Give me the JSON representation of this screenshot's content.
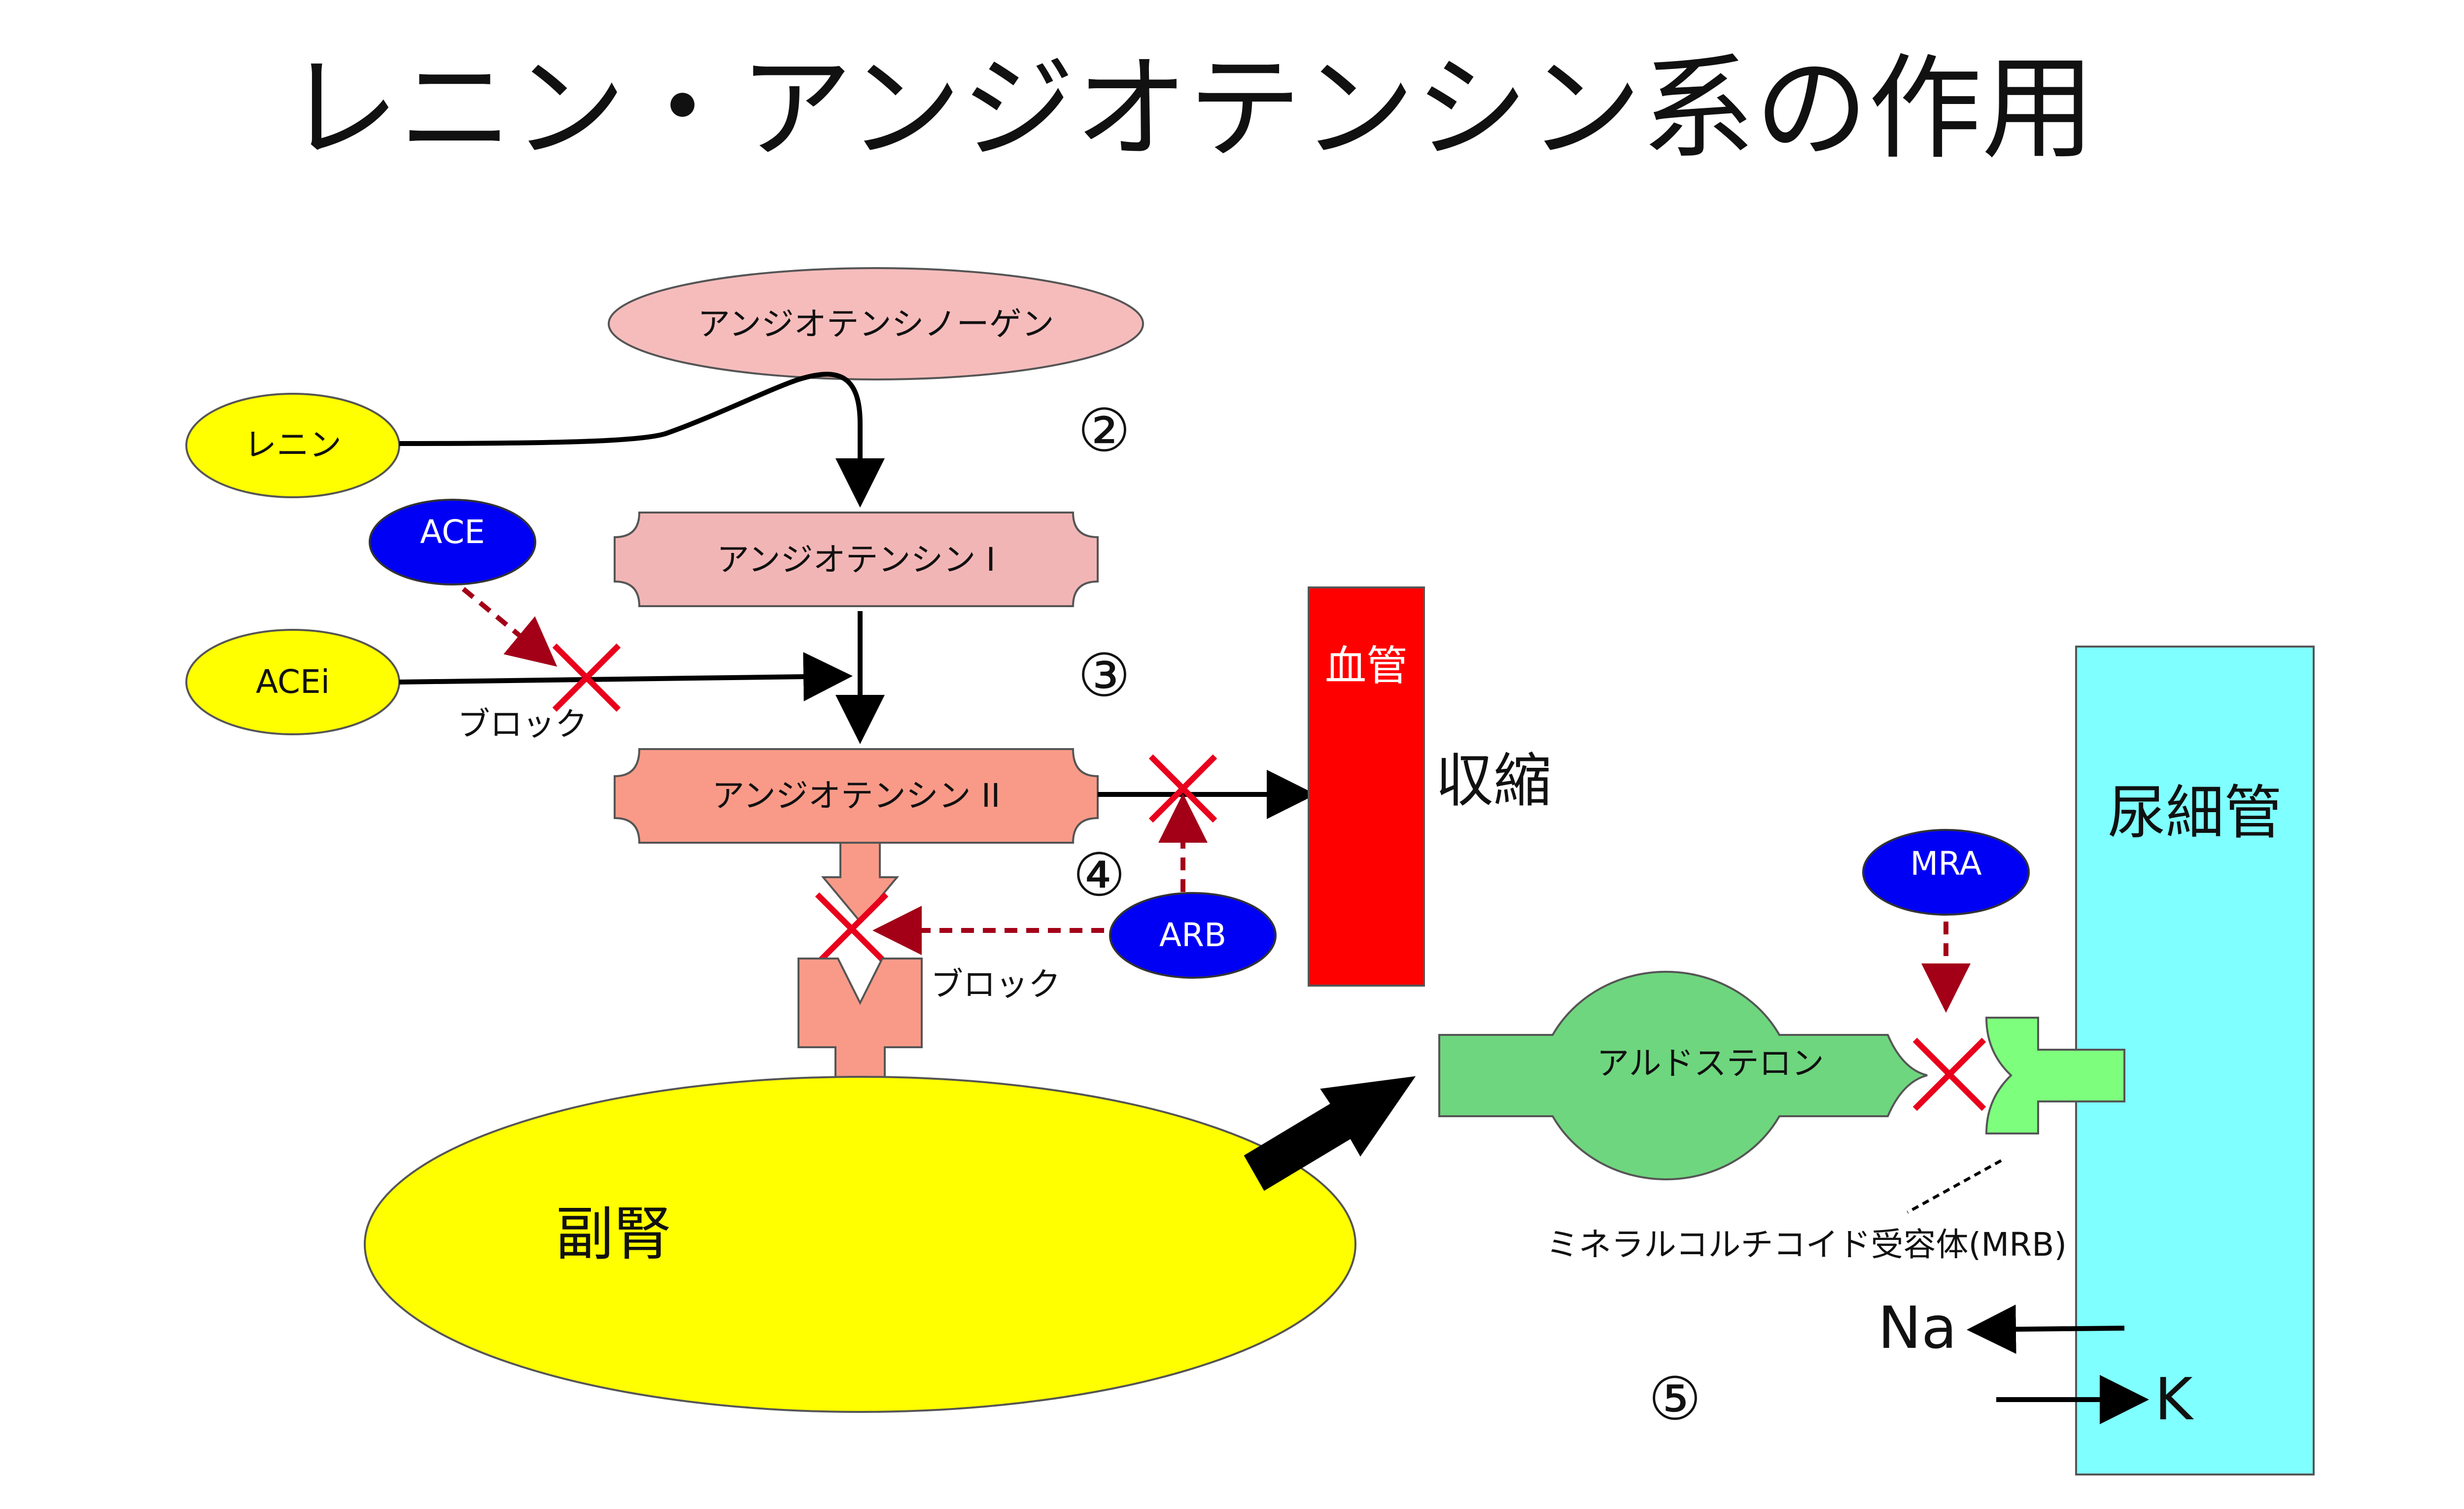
{
  "title": "レニン・アンジオテンシン系の作用",
  "nodes": {
    "angiotensinogen": "アンジオテンシノーゲン",
    "renin": "レニン",
    "ace": "ACE",
    "acei": "ACEi",
    "angiotensin1": "アンジオテンシン I",
    "angiotensin2": "アンジオテンシン II",
    "arb": "ARB",
    "mra": "MRA",
    "blood_vessel": "血管",
    "contraction": "収縮",
    "tubule": "尿細管",
    "adrenal": "副腎",
    "aldosterone": "アルドステロン",
    "mr_receptor": "ミネラルコルチコイド受容体(MRB)",
    "na": "Na",
    "k": "K"
  },
  "labels": {
    "block1": "ブロック",
    "block2": "ブロック"
  },
  "step_numbers": {
    "n2": "②",
    "n3": "③",
    "n4": "④",
    "n5": "⑤"
  },
  "colors": {
    "angiotensinogen": "#f6bcbc",
    "angiotensin1": "#f2b5b5",
    "angiotensin2": "#f99a88",
    "yellow": "#ffff00",
    "blue": "#0000f5",
    "vessel": "#ff0000",
    "tubule": "#7fffff",
    "aldosterone": "#6ed67e",
    "receptor": "#7dff7d",
    "block_x": "#e8001c",
    "dashed_arrow": "#a30018"
  }
}
